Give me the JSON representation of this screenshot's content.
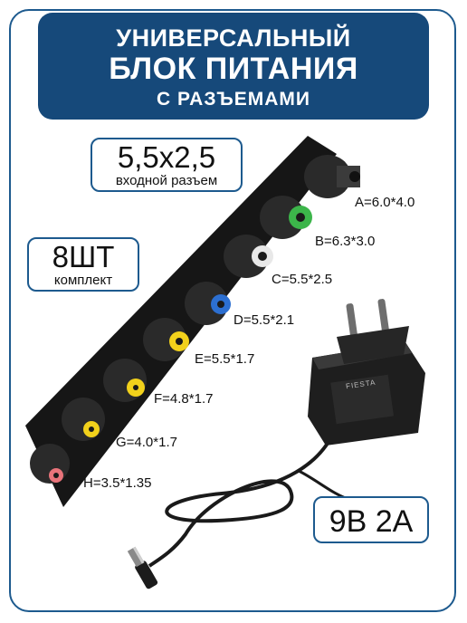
{
  "banner": {
    "line1": "УНИВЕРСАЛЬНЫЙ",
    "line2": "БЛОК ПИТАНИЯ",
    "line3": "С РАЗЪЕМАМИ"
  },
  "input_connector": {
    "size": "5,5x2,5",
    "caption": "входной разъем"
  },
  "kit": {
    "count": "8ШТ",
    "caption": "комплект"
  },
  "spec": {
    "value": "9В 2А"
  },
  "adapter_brand": "FIESTA",
  "connectors": [
    {
      "label": "A=6.0*4.0",
      "tip_color": "#3a3a3a"
    },
    {
      "label": "B=6.3*3.0",
      "tip_color": "#3cb54a"
    },
    {
      "label": "C=5.5*2.5",
      "tip_color": "#e8e8e8"
    },
    {
      "label": "D=5.5*2.1",
      "tip_color": "#2c6fd1"
    },
    {
      "label": "E=5.5*1.7",
      "tip_color": "#f2d11b"
    },
    {
      "label": "F=4.8*1.7",
      "tip_color": "#f2d11b"
    },
    {
      "label": "G=4.0*1.7",
      "tip_color": "#f2d11b"
    },
    {
      "label": "H=3.5*1.35",
      "tip_color": "#e8737a"
    }
  ],
  "colors": {
    "brand_blue": "#16497a",
    "frame_blue": "#1d5a8e"
  }
}
